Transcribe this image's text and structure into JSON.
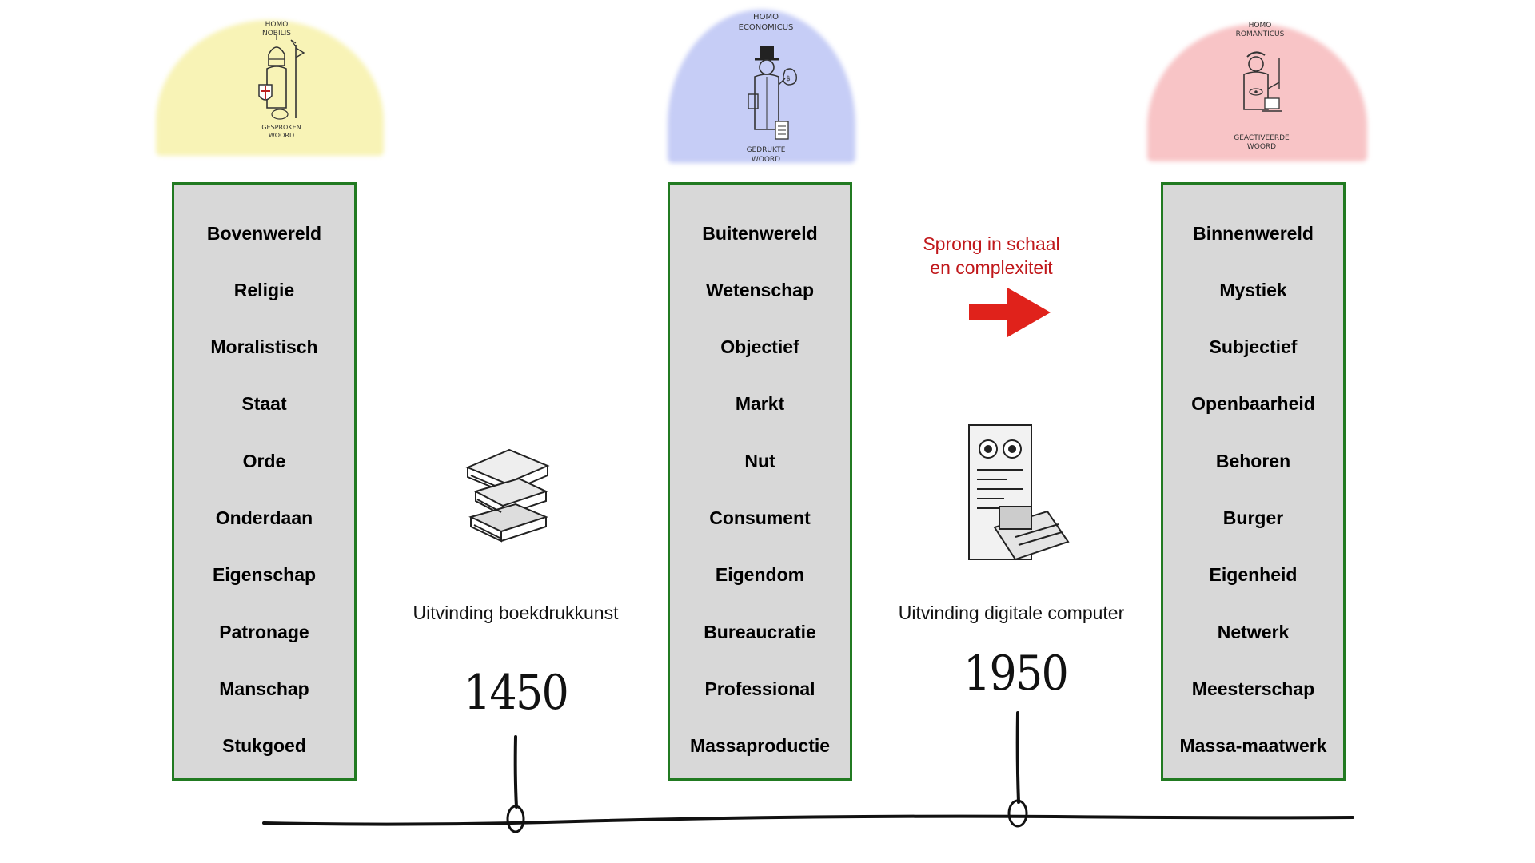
{
  "figures": {
    "left": {
      "top_label_1": "HOMO",
      "top_label_2": "NOBILIS",
      "bottom_label_1": "GESPROKEN",
      "bottom_label_2": "WOORD",
      "blob_color": "#f8f3b6"
    },
    "middle": {
      "top_label_1": "HOMO",
      "top_label_2": "ECONOMICUS",
      "bottom_label_1": "GEDRUKTE",
      "bottom_label_2": "WOORD",
      "blob_color": "#c6cdf6"
    },
    "right": {
      "top_label_1": "HOMO",
      "top_label_2": "ROMANTICUS",
      "bottom_label_1": "GEACTIVEERDE",
      "bottom_label_2": "WOORD",
      "blob_color": "#f8c4c6"
    }
  },
  "columns": [
    {
      "items": [
        "Bovenwereld",
        "Religie",
        "Moralistisch",
        "Staat",
        "Orde",
        "Onderdaan",
        "Eigenschap",
        "Patronage",
        "Manschap",
        "Stukgoed"
      ]
    },
    {
      "items": [
        "Buitenwereld",
        "Wetenschap",
        "Objectief",
        "Markt",
        "Nut",
        "Consument",
        "Eigendom",
        "Bureaucratie",
        "Professional",
        "Massaproductie"
      ]
    },
    {
      "items": [
        "Binnenwereld",
        "Mystiek",
        "Subjectief",
        "Openbaarheid",
        "Behoren",
        "Burger",
        "Eigenheid",
        "Netwerk",
        "Meesterschap",
        "Massa-maatwerk"
      ]
    }
  ],
  "milestones": [
    {
      "caption": "Uitvinding boekdrukkunst",
      "year": "1450",
      "icon": "books-icon"
    },
    {
      "caption": "Uitvinding digitale computer",
      "year": "1950",
      "icon": "computer-icon"
    }
  ],
  "note": {
    "line1": "Sprong in schaal",
    "line2": "en complexiteit",
    "color": "#c0171a",
    "icon": "arrow-right-icon",
    "arrow_color": "#e0221b"
  },
  "colors": {
    "column_border": "#217a21",
    "column_fill": "#d8d8d8"
  }
}
